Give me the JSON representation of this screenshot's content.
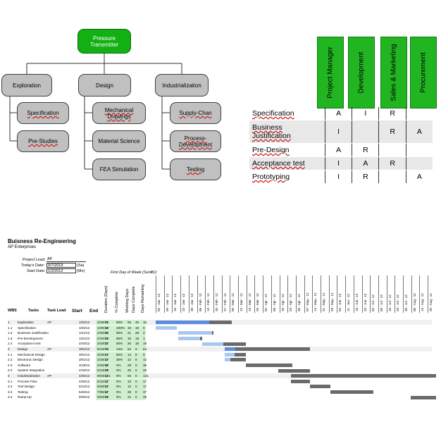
{
  "org_chart": {
    "root": "Pressure Transmitter",
    "branches": [
      {
        "label": "Exploration",
        "children": [
          "Specification",
          "Pre-Studies"
        ]
      },
      {
        "label": "Design",
        "children": [
          "Mechanical Drawings",
          "Material Science",
          "FEA Simulation"
        ]
      },
      {
        "label": "Industrialization",
        "children": [
          "Supply-Chan",
          "Process-Development",
          "Testing"
        ]
      }
    ]
  },
  "raci": {
    "roles": [
      "Project Manager",
      "Development",
      "Sales & Marketing",
      "Procurement"
    ],
    "tasks": [
      {
        "label": "Specification",
        "values": [
          "A",
          "I",
          "R",
          ""
        ]
      },
      {
        "label": "Business\nJustification",
        "line1": "Business",
        "line2": "Justification",
        "values": [
          "I",
          "",
          "R",
          "A"
        ]
      },
      {
        "label": "Pre-Design",
        "values": [
          "A",
          "R",
          "",
          ""
        ]
      },
      {
        "label": "Acceptance test",
        "values": [
          "I",
          "A",
          "R",
          ""
        ]
      },
      {
        "label": "Prototyping",
        "values": [
          "I",
          "R",
          "",
          "A"
        ]
      }
    ]
  },
  "gantt": {
    "title": "Buisness Re-Engineering",
    "company": "AP Enterprises",
    "project_lead_label": "Project Lead:",
    "project_lead": "AP",
    "today_label": "Today's Date:",
    "today": "9/7/2019",
    "today_day": "(Sa)",
    "start_label": "Start Date:",
    "start": "1/2/2012",
    "start_day": "(Mo)",
    "first_day_label": "First Day of Week (Sun=1):",
    "first_day": "2",
    "columns": [
      "WBS",
      "Tasks",
      "Task Lead",
      "Start",
      "End"
    ],
    "rot_columns": [
      "Duration (Days)",
      "% Complete",
      "Working Days",
      "Days Complete",
      "Days Remaining"
    ],
    "week_dates": [
      "02 - Jan - 12",
      "09 - Jan - 12",
      "16 - Jan - 12",
      "23 - Jan - 12",
      "30 - Jan - 12",
      "06 - Feb - 12",
      "13 - Feb - 12",
      "20 - Feb - 12",
      "27 - Feb - 12",
      "05 - Mar - 12",
      "12 - Mar - 12",
      "19 - Mar - 12",
      "26 - Mar - 12",
      "02 - Apr - 12",
      "09 - Apr - 12",
      "16 - Apr - 12",
      "23 - Apr - 12",
      "30 - Apr - 12",
      "07 - May - 12",
      "14 - May - 12",
      "21 - May - 12",
      "28 - May - 12",
      "04 - Jun - 12",
      "11 - Jun - 12",
      "18 - Jun - 12",
      "25 - Jun - 12",
      "02 - Jul - 12",
      "09 - Jul - 12",
      "16 - Jul - 12",
      "23 - Jul - 12",
      "30 - Jul - 12",
      "06 - Aug - 12",
      "13 - Aug - 12",
      "20 - Aug - 12"
    ],
    "rows": [
      {
        "wbs": "1",
        "task": "Exploration",
        "lead": "AP",
        "start": "1/02/12",
        "end": "3/18/12",
        "dur": "76",
        "pct": "60%",
        "wd": "55",
        "dc": "45",
        "dr": "16",
        "bar": [
          0,
          9.2
        ],
        "done": [
          0,
          6.5
        ],
        "kind": "summary"
      },
      {
        "wbs": "1.1",
        "task": "Specification",
        "lead": "",
        "start": "1/02/12",
        "end": "1/20/12",
        "dur": "18",
        "pct": "100%",
        "wd": "15",
        "dc": "18",
        "dr": "0",
        "bar": [
          0,
          2.6
        ],
        "done": [
          0,
          2.6
        ],
        "kind": "task"
      },
      {
        "wbs": "1.2",
        "task": "Business Justification",
        "lead": "",
        "start": "1/21/12",
        "end": "2/20/12",
        "dur": "30",
        "pct": "95%",
        "wd": "21",
        "dc": "28",
        "dr": "2",
        "bar": [
          2.7,
          7
        ],
        "done": [
          2.7,
          6.8
        ],
        "kind": "task"
      },
      {
        "wbs": "1.3",
        "task": "Pre-Development",
        "lead": "",
        "start": "1/21/12",
        "end": "2/10/12",
        "dur": "19",
        "pct": "95%",
        "wd": "15",
        "dc": "18",
        "dr": "1",
        "bar": [
          2.7,
          5.6
        ],
        "done": [
          2.7,
          5.4
        ],
        "kind": "task"
      },
      {
        "wbs": "1.4",
        "task": "Acceptance test",
        "lead": "",
        "start": "2/10/12",
        "end": "3/18/12",
        "dur": "37",
        "pct": "50%",
        "wd": "26",
        "dc": "18",
        "dr": "19",
        "bar": [
          5.6,
          10.9
        ],
        "done": [
          5.6,
          8.2
        ],
        "kind": "task"
      },
      {
        "wbs": "2",
        "task": "Design",
        "lead": "AP",
        "start": "3/01/12",
        "end": "5/13/12",
        "dur": "73",
        "pct": "13%",
        "wd": "52",
        "dc": "9",
        "dr": "64",
        "bar": [
          8.4,
          18.7
        ],
        "done": [
          8.4,
          9.7
        ],
        "kind": "summary"
      },
      {
        "wbs": "2.1",
        "task": "Mechanical Design",
        "lead": "",
        "start": "3/01/12",
        "end": "3/18/12",
        "dur": "17",
        "pct": "50%",
        "wd": "12",
        "dc": "8",
        "dr": "9",
        "bar": [
          8.4,
          10.9
        ],
        "done": [
          8.4,
          9.6
        ],
        "kind": "task"
      },
      {
        "wbs": "2.2",
        "task": "Electronic Design",
        "lead": "",
        "start": "3/01/12",
        "end": "3/18/12",
        "dur": "17",
        "pct": "30%",
        "wd": "12",
        "dc": "5",
        "dr": "12",
        "bar": [
          8.4,
          10.9
        ],
        "done": [
          8.4,
          9.1
        ],
        "kind": "task"
      },
      {
        "wbs": "2.3",
        "task": "Software",
        "lead": "",
        "start": "3/18/12",
        "end": "4/26/12",
        "dur": "39",
        "pct": "0%",
        "wd": "29",
        "dc": "0",
        "dr": "39",
        "bar": [
          10.9,
          16.6
        ],
        "done": [
          10.9,
          10.9
        ],
        "kind": "task"
      },
      {
        "wbs": "2.4",
        "task": "System Integration",
        "lead": "",
        "start": "4/15/12",
        "end": "5/13/12",
        "dur": "28",
        "pct": "0%",
        "wd": "20",
        "dc": "0",
        "dr": "28",
        "bar": [
          14.9,
          18.7
        ],
        "done": [
          14.9,
          14.9
        ],
        "kind": "task"
      },
      {
        "wbs": "3",
        "task": "Industrialization",
        "lead": "AP",
        "start": "4/25/12",
        "end": "9/03/12",
        "dur": "131",
        "pct": "0%",
        "wd": "94",
        "dc": "0",
        "dr": "131",
        "bar": [
          16.4,
          34
        ],
        "done": [
          16.4,
          16.4
        ],
        "kind": "summary"
      },
      {
        "wbs": "3.1",
        "task": "Process Flow",
        "lead": "",
        "start": "4/25/12",
        "end": "5/12/12",
        "dur": "17",
        "pct": "0%",
        "wd": "13",
        "dc": "0",
        "dr": "17",
        "bar": [
          16.4,
          18.7
        ],
        "done": [
          16.4,
          16.4
        ],
        "kind": "task"
      },
      {
        "wbs": "3.2",
        "task": "Tool Design",
        "lead": "",
        "start": "5/12/12",
        "end": "5/29/12",
        "dur": "17",
        "pct": "0%",
        "wd": "12",
        "dc": "0",
        "dr": "17",
        "bar": [
          18.7,
          21.2
        ],
        "done": [
          18.7,
          18.7
        ],
        "kind": "task"
      },
      {
        "wbs": "3.3",
        "task": "Testing",
        "lead": "",
        "start": "5/29/12",
        "end": "7/05/12",
        "dur": "37",
        "pct": "0%",
        "wd": "28",
        "dc": "0",
        "dr": "37",
        "bar": [
          21.2,
          26.4
        ],
        "done": [
          21.2,
          21.2
        ],
        "kind": "task"
      },
      {
        "wbs": "3.4",
        "task": "Ramp-Up",
        "lead": "",
        "start": "8/05/12",
        "end": "9/03/12",
        "dur": "29",
        "pct": "0%",
        "wd": "21",
        "dc": "0",
        "dr": "29",
        "bar": [
          30.9,
          34
        ],
        "done": [
          30.9,
          30.9
        ],
        "kind": "task"
      }
    ]
  },
  "colors": {
    "green": "#12b012",
    "gray_node": "#c0c0c0",
    "bar_blue": "#a8c8f0",
    "bar_blue_summary": "#5b8de0",
    "bar_gray": "#6a6a6a",
    "green_light": "#cfefcf"
  }
}
